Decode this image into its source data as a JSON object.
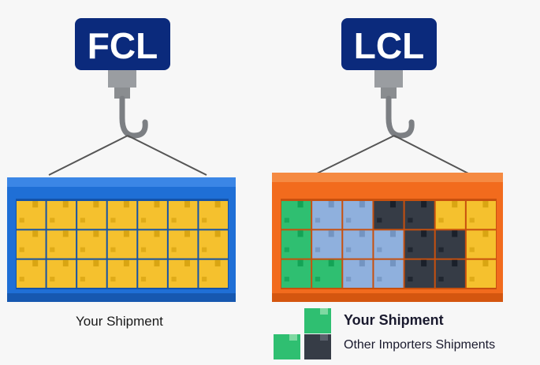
{
  "fcl": {
    "label": "FCL",
    "caption": "Your Shipment",
    "container_color": "#1f6fd6",
    "box_color": "#f5c12e",
    "grid": {
      "rows": 3,
      "cols": 7
    }
  },
  "lcl": {
    "label": "LCL",
    "container_color": "#f26b1d",
    "legend": {
      "own": "Your Shipment",
      "other": "Other Importers Shipments"
    },
    "grid": {
      "rows": 3,
      "cols": 7,
      "cells": [
        [
          "green",
          "blue",
          "blue",
          "dark",
          "dark",
          "yellow",
          "yellow"
        ],
        [
          "green",
          "blue",
          "blue",
          "blue",
          "dark",
          "dark",
          "yellow"
        ],
        [
          "green",
          "green",
          "blue",
          "blue",
          "dark",
          "dark",
          "yellow"
        ]
      ]
    }
  },
  "colors": {
    "sign_bg": "#0b2a7c",
    "hook": "#8a8d90",
    "yellow": "#f5c12e",
    "green": "#2fbf71",
    "blue": "#8fb0dd",
    "dark": "#363c46"
  }
}
